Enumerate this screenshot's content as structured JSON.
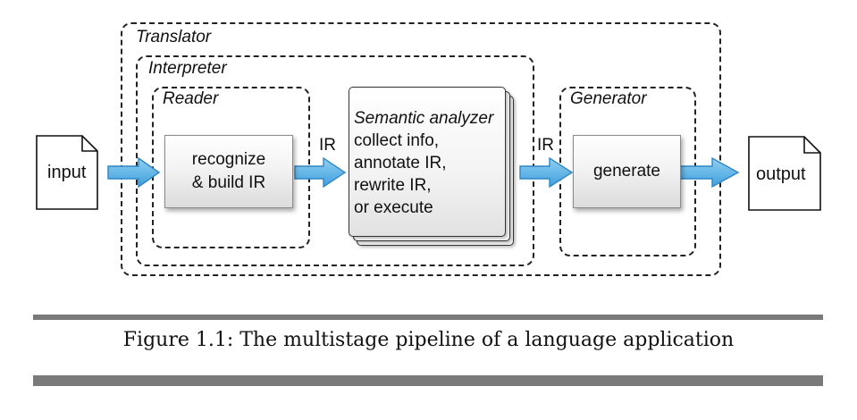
{
  "regions": {
    "translator": "Translator",
    "interpreter": "Interpreter",
    "reader": "Reader",
    "generator": "Generator"
  },
  "documents": {
    "input": "input",
    "output": "output"
  },
  "stages": {
    "recognize_line1": "recognize",
    "recognize_line2": "& build IR",
    "semantic_title": "Semantic analyzer",
    "semantic_lines": [
      "collect info,",
      "annotate IR,",
      "rewrite IR,",
      "or execute"
    ],
    "generate": "generate"
  },
  "edges": {
    "ir_1": "IR",
    "ir_2": "IR"
  },
  "caption": "Figure 1.1: The multistage pipeline of a language application",
  "colors": {
    "arrow_fill": "#5fb6e8",
    "arrow_stroke": "#2f86c4"
  }
}
